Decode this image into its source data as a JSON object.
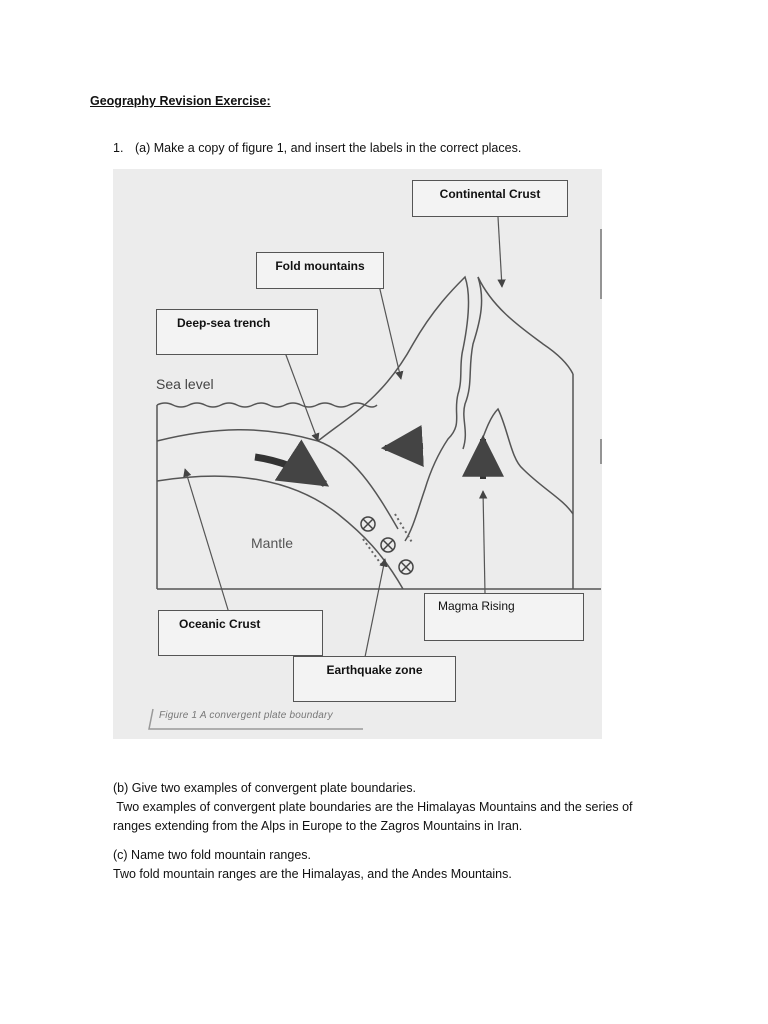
{
  "document": {
    "title": "Geography Revision Exercise:",
    "q1_number": "1.",
    "q1_text": "(a) Make a copy of figure 1, and insert the labels in the correct places."
  },
  "figure": {
    "labels": {
      "continental_crust": "Continental Crust",
      "fold_mountains": "Fold mountains",
      "deep_sea_trench": "Deep-sea trench",
      "oceanic_crust": "Oceanic Crust",
      "magma_rising": "Magma Rising",
      "earthquake_zone": "Earthquake zone"
    },
    "sea_level": "Sea level",
    "mantle": "Mantle",
    "caption": "Figure 1  A convergent plate boundary"
  },
  "answers": {
    "b_question": "(b) Give two examples of convergent plate boundaries.",
    "b_answer_line1": " Two examples of convergent plate boundaries are the Himalayas Mountains and the series of",
    "b_answer_line2": "ranges extending from the Alps in Europe to the Zagros Mountains in Iran.",
    "c_question": "(c) Name two fold mountain ranges.",
    "c_answer": "Two fold mountain ranges are the Himalayas, and the Andes Mountains."
  }
}
